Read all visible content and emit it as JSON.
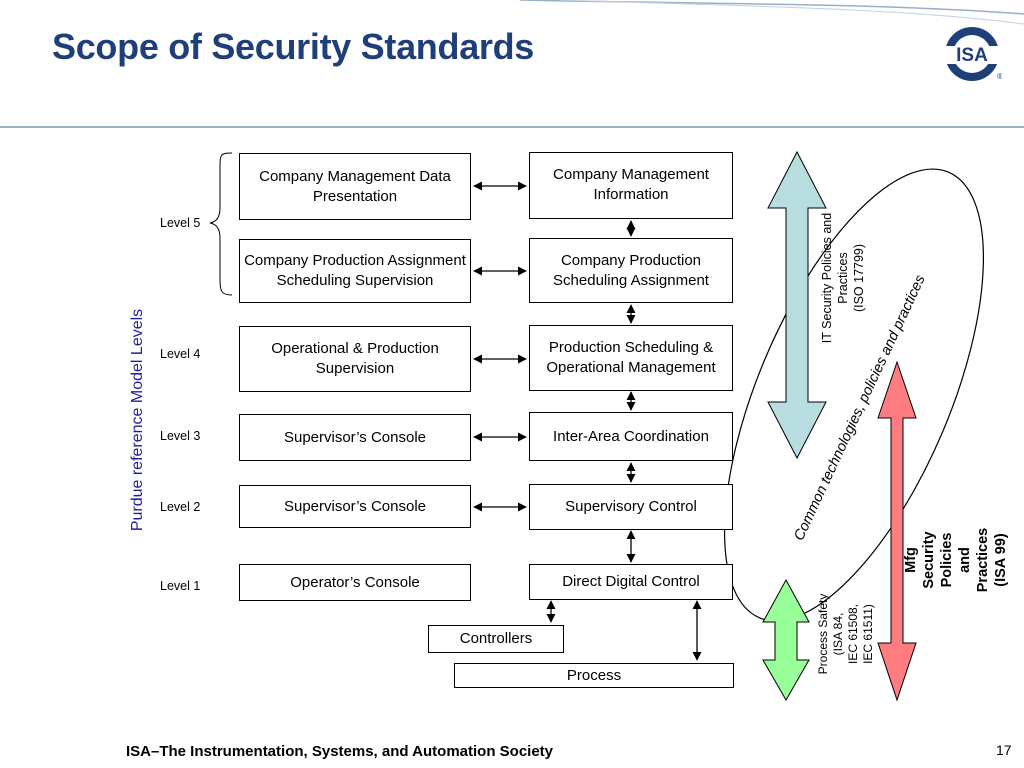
{
  "title": "Scope of Security Standards",
  "logo": {
    "text": "ISA",
    "mark": "®"
  },
  "axis_label": "Purdue reference Model Levels",
  "levels": [
    "Level 5",
    "Level 4",
    "Level 3",
    "Level 2",
    "Level 1"
  ],
  "left_boxes": [
    "Company Management Data Presentation",
    "Company Production Assignment Scheduling Supervision",
    "Operational & Production Supervision",
    "Supervisor’s Console",
    "Supervisor’s Console",
    "Operator’s Console"
  ],
  "right_boxes": [
    "Company Management Information",
    "Company Production Scheduling Assignment",
    "Production Scheduling & Operational Management",
    "Inter-Area Coordination",
    "Supervisory Control",
    "Direct Digital Control"
  ],
  "controllers": "Controllers",
  "process": "Process",
  "it_security": "IT Security Policies and Practices\n(ISO 17799)",
  "common_tech": "Common technologies, policies and practices",
  "mfg_security": "Mfg Security Policies\nand Practices\n(ISA 99)",
  "process_safety": "Process Safety\n(ISA 84,\nIEC 61508,\nIEC 61511)",
  "colors": {
    "title": "#1f3f7a",
    "it_arrow": "#b7dde1",
    "mfg_arrow": "#ff7c80",
    "safety_arrow": "#99ff99",
    "purdue_label": "#1f1fa0"
  },
  "footer": "ISA–The Instrumentation, Systems, and Automation Society",
  "page_number": "17"
}
